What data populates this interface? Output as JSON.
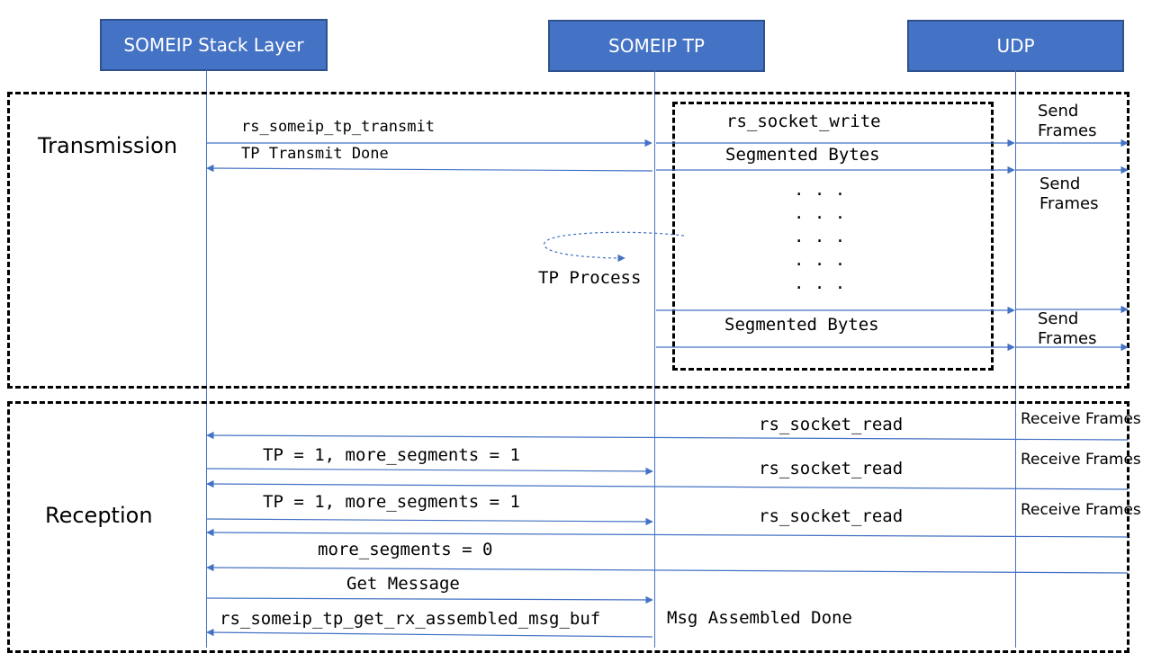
{
  "lanes": {
    "stack": "SOMEIP Stack Layer",
    "tp": "SOMEIP TP",
    "udp": "UDP"
  },
  "sections": {
    "transmission": "Transmission",
    "reception": "Reception"
  },
  "transmission": {
    "transmit_call": "rs_someip_tp_transmit",
    "transmit_done": "TP Transmit Done",
    "socket_write": "rs_socket_write",
    "segmented_bytes_1": "Segmented Bytes",
    "segmented_bytes_2": "Segmented Bytes",
    "ellipsis": ". . .",
    "tp_process": "TP Process",
    "send_frames_1": "Send\nFrames",
    "send_frames_2": "Send\nFrames",
    "send_frames_3": "Send\nFrames"
  },
  "reception": {
    "socket_read_1": "rs_socket_read",
    "socket_read_2": "rs_socket_read",
    "socket_read_3": "rs_socket_read",
    "receive_frames_1": "Receive Frames",
    "receive_frames_2": "Receive Frames",
    "receive_frames_3": "Receive Frames",
    "tp_segment_1": "TP = 1, more_segments = 1",
    "tp_segment_2": "TP = 1, more_segments = 1",
    "more_segments_0": "more_segments = 0",
    "get_message": "Get Message",
    "get_rx_buf": "rs_someip_tp_get_rx_assembled_msg_buf",
    "msg_assembled": "Msg Assembled Done"
  },
  "colors": {
    "lane_fill": "#4472c4",
    "arrow": "#4472c4"
  }
}
